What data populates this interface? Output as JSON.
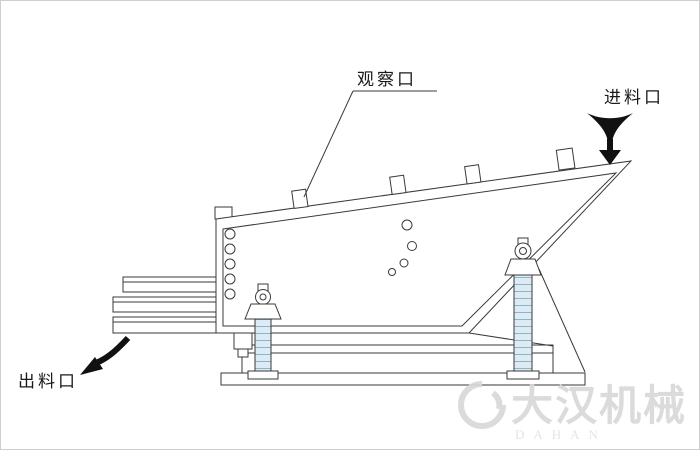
{
  "diagram": {
    "labels": {
      "observation_port": "观察口",
      "feed_inlet": "进料口",
      "discharge_outlet": "出料口"
    },
    "watermark": {
      "text": "大汉机械",
      "subtext": "DAHAN"
    },
    "colors": {
      "line": "#3a3a3a",
      "spring_fill": "#dcebf4",
      "spring_coil_line": "#8fb4c7",
      "arrow_fill": "#111111",
      "watermark_text": "#d8d8d8",
      "frame_border": "#cfcfcf",
      "background": "#ffffff"
    }
  }
}
